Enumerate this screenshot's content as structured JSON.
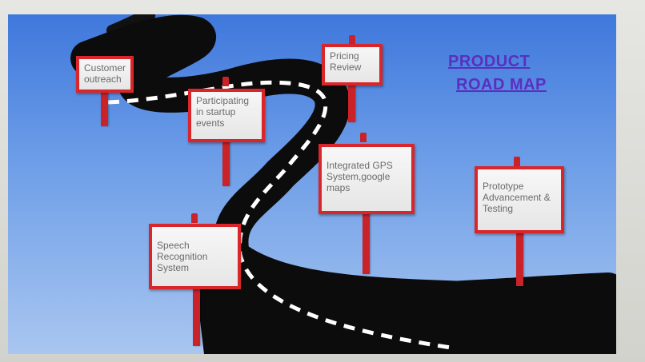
{
  "title": {
    "line1": "PRODUCT",
    "line2": "ROAD MAP"
  },
  "signs": [
    {
      "id": "customer-outreach",
      "text": "Customer outreach"
    },
    {
      "id": "pricing-review",
      "text": "Pricing Review"
    },
    {
      "id": "participating-startup-events",
      "text": "Participating in startup events"
    },
    {
      "id": "integrated-gps",
      "text": "Integrated GPS System,google maps"
    },
    {
      "id": "prototype",
      "text": "Prototype Advancement & Testing"
    },
    {
      "id": "speech-recognition",
      "text": "Speech Recognition System"
    }
  ],
  "colors": {
    "sky_top": "#3f78dc",
    "sky_bottom": "#a9c6f0",
    "road": "#0c0c0c",
    "lane_marking": "#ffffff",
    "sign_border": "#d9262b",
    "title": "#5a2fbf"
  }
}
